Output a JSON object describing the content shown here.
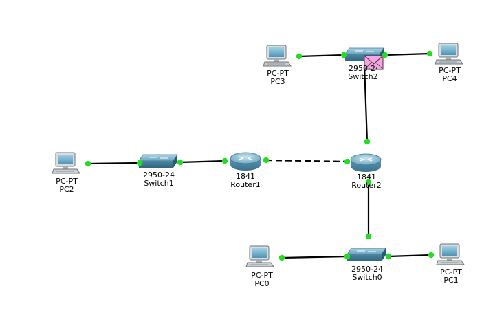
{
  "devices": {
    "pc3": {
      "model": "PC-PT",
      "name": "PC3"
    },
    "pc4": {
      "model": "PC-PT",
      "name": "PC4"
    },
    "switch2": {
      "model": "2950-24",
      "name": "Switch2"
    },
    "pc2": {
      "model": "PC-PT",
      "name": "PC2"
    },
    "switch1": {
      "model": "2950-24",
      "name": "Switch1"
    },
    "router1": {
      "model": "1841",
      "name": "Router1"
    },
    "router2": {
      "model": "1841",
      "name": "Router2"
    },
    "pc0": {
      "model": "PC-PT",
      "name": "PC0"
    },
    "switch0": {
      "model": "2950-24",
      "name": "Switch0"
    },
    "pc1": {
      "model": "PC-PT",
      "name": "PC1"
    }
  },
  "colors": {
    "link": "#000000",
    "link_up_dot": "#22dd22",
    "envelope": "#f3a6df",
    "device_blue": "#6aa3bd"
  },
  "pdu": {
    "icon": "envelope-icon"
  }
}
